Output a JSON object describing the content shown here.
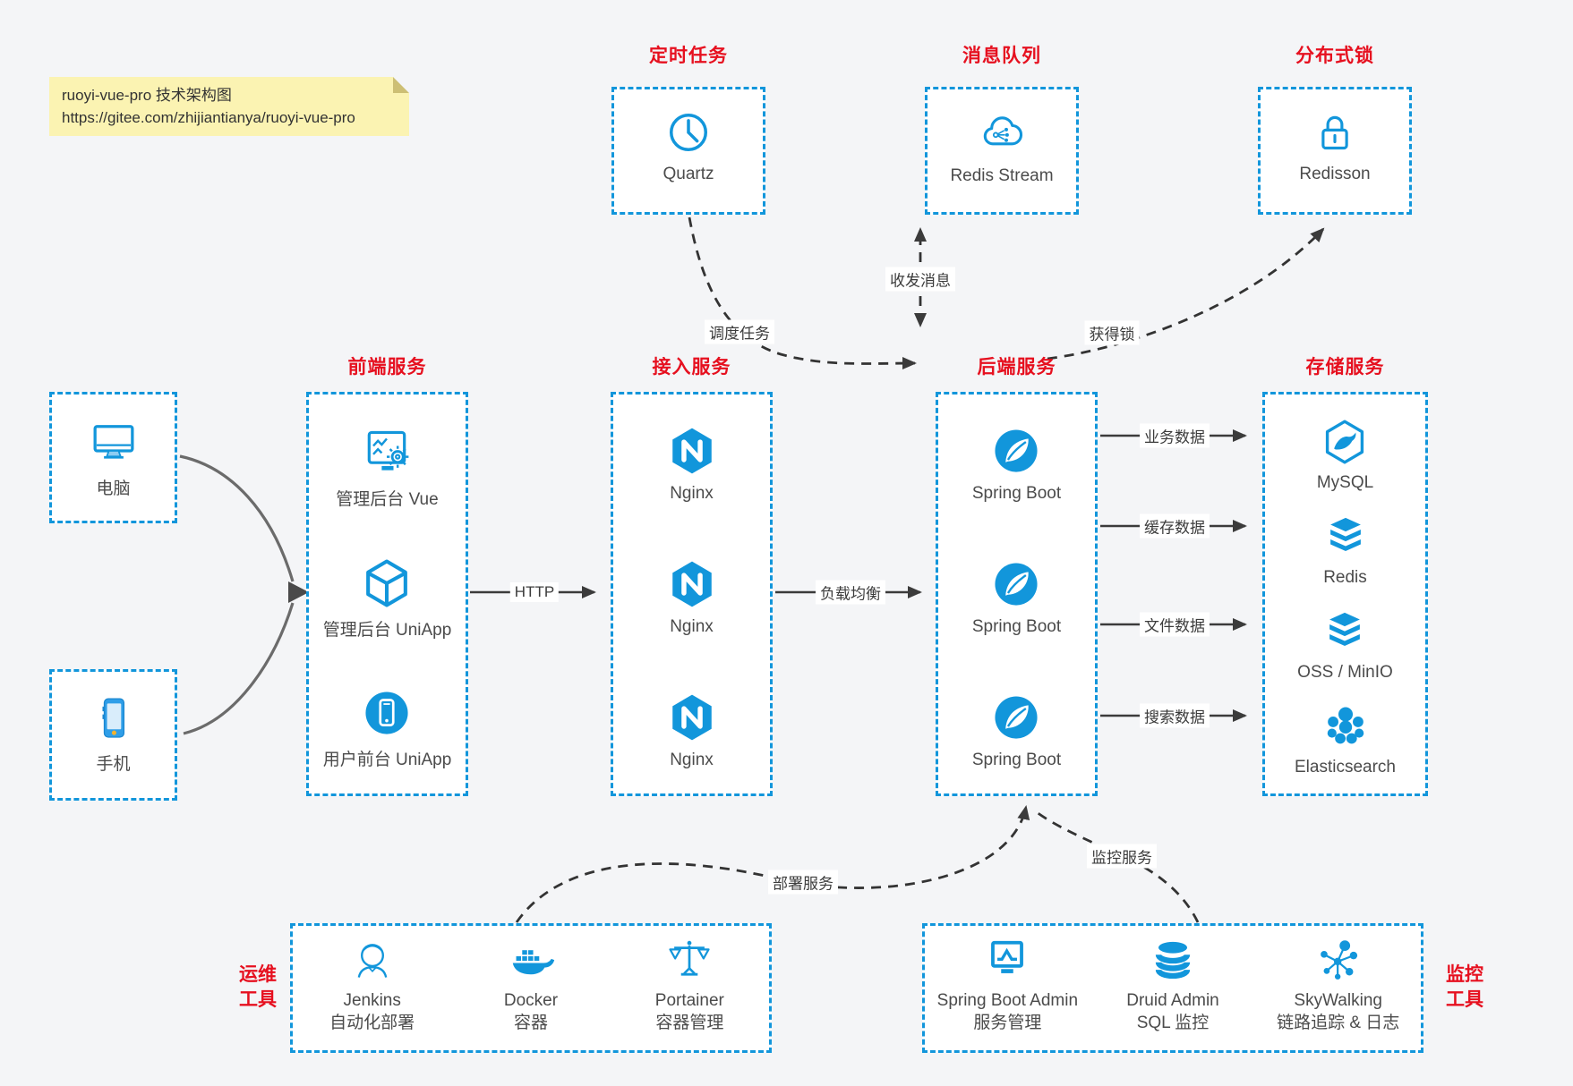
{
  "note": {
    "line1": "ruoyi-vue-pro 技术架构图",
    "line2": "https://gitee.com/zhijiantianya/ruoyi-vue-pro"
  },
  "colors": {
    "accent_blue": "#1296db",
    "title_red": "#e6101f",
    "note_bg": "#fbf3b2",
    "arrow_dark": "#3b3b3b"
  },
  "top_services": [
    {
      "title": "定时任务",
      "label": "Quartz",
      "icon": "clock-icon"
    },
    {
      "title": "消息队列",
      "label": "Redis Stream",
      "icon": "cloud-stream-icon"
    },
    {
      "title": "分布式锁",
      "label": "Redisson",
      "icon": "lock-icon"
    }
  ],
  "clients": [
    {
      "label": "电脑",
      "icon": "desktop-icon"
    },
    {
      "label": "手机",
      "icon": "phone-icon"
    }
  ],
  "columns": {
    "frontend": {
      "title": "前端服务",
      "items": [
        {
          "label": "管理后台 Vue",
          "icon": "admin-vue-icon"
        },
        {
          "label": "管理后台 UniApp",
          "icon": "uniapp-cube-icon"
        },
        {
          "label": "用户前台 UniApp",
          "icon": "user-app-icon"
        }
      ]
    },
    "gateway": {
      "title": "接入服务",
      "items": [
        {
          "label": "Nginx",
          "icon": "nginx-icon"
        },
        {
          "label": "Nginx",
          "icon": "nginx-icon"
        },
        {
          "label": "Nginx",
          "icon": "nginx-icon"
        }
      ]
    },
    "backend": {
      "title": "后端服务",
      "items": [
        {
          "label": "Spring Boot",
          "icon": "spring-icon"
        },
        {
          "label": "Spring Boot",
          "icon": "spring-icon"
        },
        {
          "label": "Spring Boot",
          "icon": "spring-icon"
        }
      ]
    },
    "storage": {
      "title": "存储服务",
      "items": [
        {
          "label": "MySQL",
          "icon": "mysql-icon"
        },
        {
          "label": "Redis",
          "icon": "layers-icon"
        },
        {
          "label": "OSS / MinIO",
          "icon": "layers-icon"
        },
        {
          "label": "Elasticsearch",
          "icon": "elasticsearch-icon"
        }
      ]
    }
  },
  "edges": {
    "http": "HTTP",
    "load_balance": "负载均衡",
    "business_data": "业务数据",
    "cache_data": "缓存数据",
    "file_data": "文件数据",
    "search_data": "搜索数据",
    "schedule": "调度任务",
    "messages": "收发消息",
    "acquire_lock": "获得锁",
    "deploy": "部署服务",
    "monitor": "监控服务"
  },
  "bottom_groups": [
    {
      "side_label_lines": [
        "运维",
        "工具"
      ],
      "items": [
        {
          "name": "Jenkins",
          "desc": "自动化部署",
          "icon": "jenkins-icon"
        },
        {
          "name": "Docker",
          "desc": "容器",
          "icon": "docker-icon"
        },
        {
          "name": "Portainer",
          "desc": "容器管理",
          "icon": "portainer-icon"
        }
      ]
    },
    {
      "side_label_lines": [
        "监控",
        "工具"
      ],
      "items": [
        {
          "name": "Spring Boot Admin",
          "desc": "服务管理",
          "icon": "sba-monitor-icon"
        },
        {
          "name": "Druid Admin",
          "desc": "SQL 监控",
          "icon": "druid-db-icon"
        },
        {
          "name": "SkyWalking",
          "desc": "链路追踪 & 日志",
          "icon": "skywalking-icon"
        }
      ]
    }
  ]
}
